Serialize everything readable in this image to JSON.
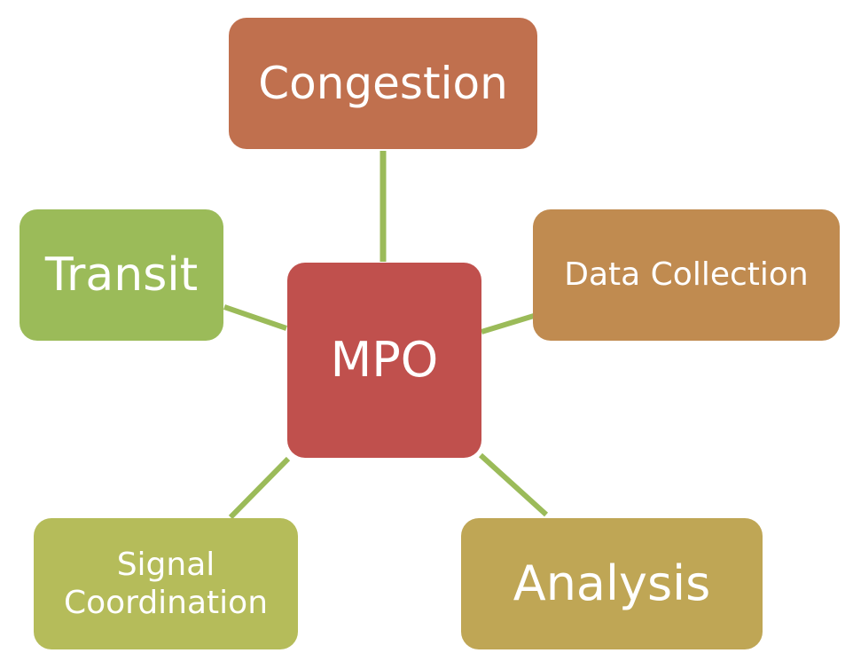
{
  "title": "MPO",
  "nodes": {
    "center": {
      "label": "MPO",
      "color": "#C0504D"
    },
    "congestion": {
      "label": "Congestion",
      "color": "#C0704E"
    },
    "transit": {
      "label": "Transit",
      "color": "#9BBB59"
    },
    "data_collection": {
      "label": "Data Collection",
      "color": "#C08B50"
    },
    "signal_coordination": {
      "label": "Signal Coordination",
      "color": "#B5BC5A"
    },
    "analysis": {
      "label": "Analysis",
      "color": "#BFA655"
    }
  },
  "connector_color": "#9BBB59"
}
